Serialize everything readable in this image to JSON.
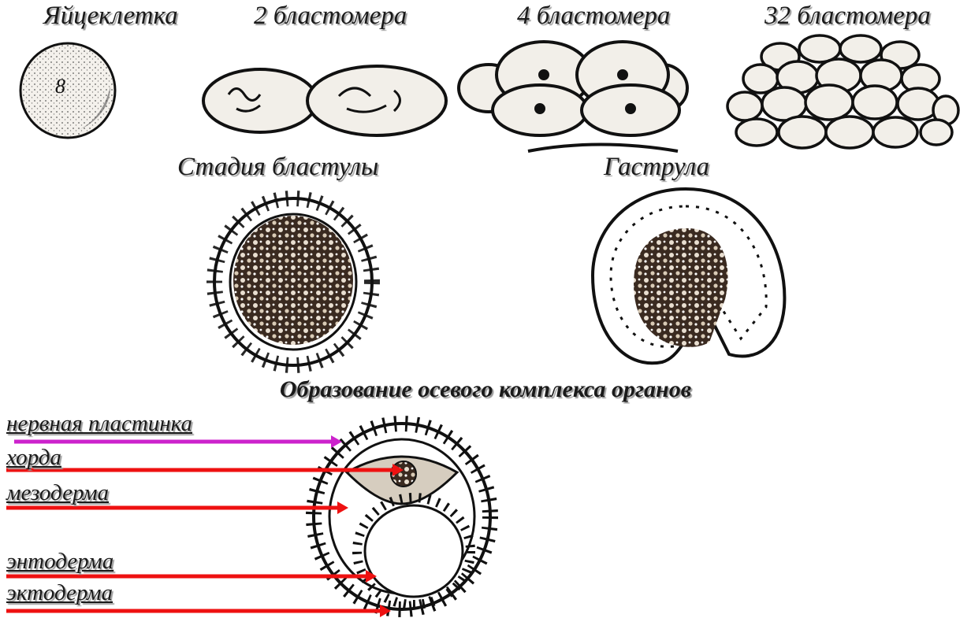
{
  "stages": {
    "egg": "Яйцеклетка",
    "two": "2 бластомера",
    "four": "4 бластомера",
    "thirtytwo": "32 бластомера",
    "blastula": "Стадия бластулы",
    "gastrula": "Гаструла"
  },
  "axial_title": "Образование осевого комплекса органов",
  "labels": {
    "neural_plate": "нервная пластинка",
    "notochord": "хорда",
    "mesoderm": "мезодерма",
    "endoderm": "энтодерма",
    "ectoderm": "эктодерма"
  },
  "colors": {
    "neural_arrow": "#cc22cc",
    "arrows": "#ee1111",
    "ink": "#1a1a1a"
  }
}
